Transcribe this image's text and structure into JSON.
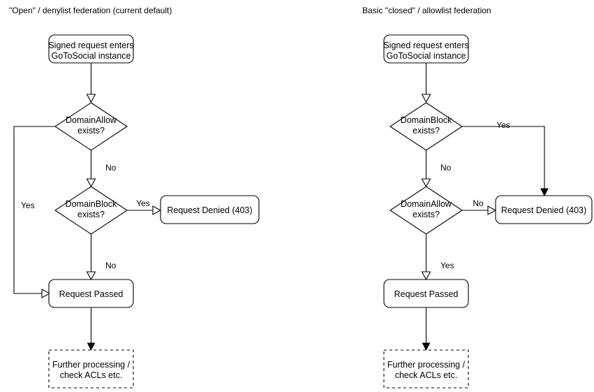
{
  "diagram": {
    "title_left": "\"Open\" / denylist federation (current default)",
    "title_right": "Basic \"closed\" / allowlist federation",
    "columns": [
      {
        "id": "left",
        "title": "\"Open\" / denylist federation (current default)",
        "nodes": {
          "start_line1": "Signed request enters",
          "start_line2": "GoToSocial instance",
          "decision1_line1": "DomainAllow",
          "decision1_line2": "exists?",
          "decision2_line1": "DomainBlock",
          "decision2_line2": "exists?",
          "denied": "Request Denied (403)",
          "passed": "Request Passed",
          "further_line1": "Further processing /",
          "further_line2": "check ACLs etc."
        },
        "edges": {
          "allow_yes": "Yes",
          "allow_no": "No",
          "block_yes": "Yes",
          "block_no": "No"
        }
      },
      {
        "id": "right",
        "title": "Basic \"closed\" / allowlist federation",
        "nodes": {
          "start_line1": "Signed request enters",
          "start_line2": "GoToSocial instance",
          "decision1_line1": "DomainBlock",
          "decision1_line2": "exists?",
          "decision2_line1": "DomainAllow",
          "decision2_line2": "exists?",
          "denied": "Request Denied (403)",
          "passed": "Request Passed",
          "further_line1": "Further processing /",
          "further_line2": "check ACLs etc."
        },
        "edges": {
          "block_yes": "Yes",
          "block_no": "No",
          "allow_no": "No",
          "allow_yes": "Yes"
        }
      }
    ],
    "colors": {
      "stroke": "#000000",
      "fill": "#ffffff",
      "text": "#000000",
      "background": "#ffffff"
    }
  }
}
